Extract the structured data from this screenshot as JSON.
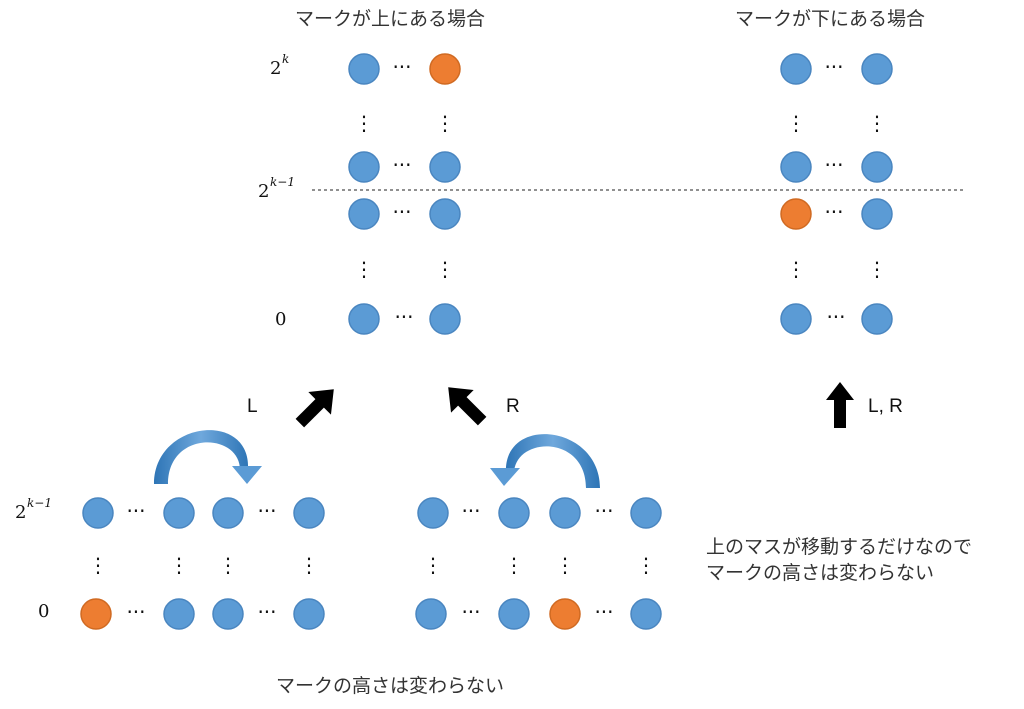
{
  "titles": {
    "top_left": "マークが上にある場合",
    "top_right": "マークが下にある場合"
  },
  "row_labels": {
    "top_k": {
      "base": "2",
      "exp": "k"
    },
    "top_k1": {
      "base": "2",
      "exp": "k−1"
    },
    "top_zero": "0",
    "bottom_k1": {
      "base": "2",
      "exp": "k−1"
    },
    "bottom_zero": "0"
  },
  "arrow_labels": {
    "left": "L",
    "right": "R",
    "up": "L, R"
  },
  "notes": {
    "right_line1": "上のマスが移動するだけなので",
    "right_line2": "マークの高さは変わらない",
    "bottom": "マークの高さは変わらない"
  },
  "glyphs": {
    "hdots": "···",
    "vdots": "⋮"
  },
  "colors": {
    "node_blue": "#5b9bd5",
    "node_blue_stroke": "#4a86c0",
    "node_orange": "#ed7d31",
    "node_orange_stroke": "#d06a22",
    "curved_arrow": "#2e75b6",
    "curved_arrow_light": "#6fa8dc"
  }
}
